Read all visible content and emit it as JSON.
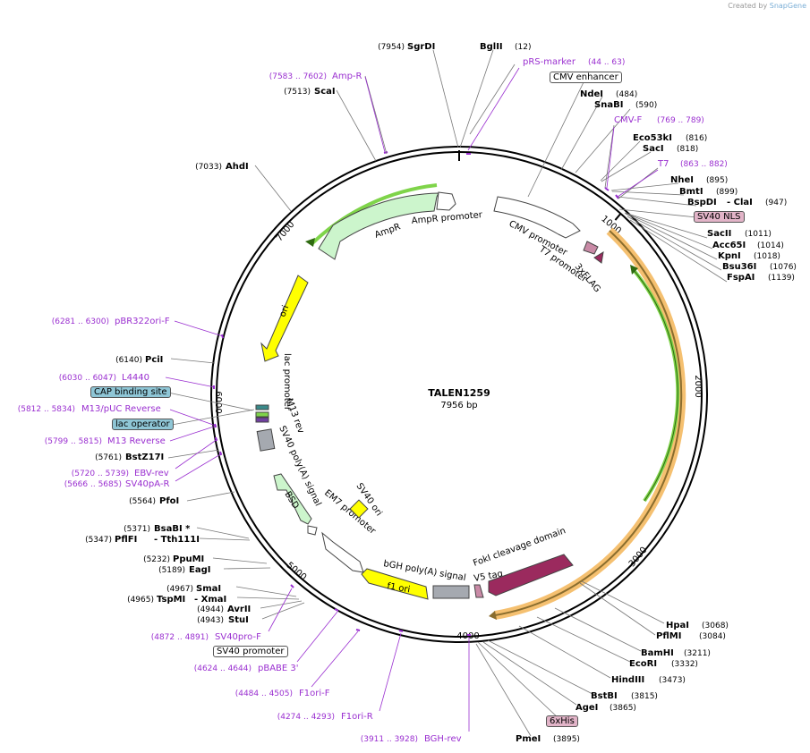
{
  "credit": {
    "prefix": "Created by",
    "brand": "SnapGene"
  },
  "plasmid": {
    "name": "TALEN1259",
    "size": "7956 bp",
    "length": 7956
  },
  "tick_labels": [
    "1000",
    "2000",
    "3000",
    "4000",
    "5000",
    "6000",
    "7000"
  ],
  "enzymes": [
    {
      "name": "SgrDI",
      "pos": "(7954)"
    },
    {
      "name": "BglII",
      "pos": "(12)"
    },
    {
      "name": "NdeI",
      "pos": "(484)"
    },
    {
      "name": "SnaBI",
      "pos": "(590)"
    },
    {
      "name": "Eco53kI",
      "pos": "(816)"
    },
    {
      "name": "SacI",
      "pos": "(818)"
    },
    {
      "name": "NheI",
      "pos": "(895)"
    },
    {
      "name": "BmtI",
      "pos": "(899)"
    },
    {
      "name": "BspDI",
      "pos": "(947)"
    },
    {
      "name": "- ClaI",
      "pos": ""
    },
    {
      "name": "SacII",
      "pos": "(1011)"
    },
    {
      "name": "Acc65I",
      "pos": "(1014)"
    },
    {
      "name": "KpnI",
      "pos": "(1018)"
    },
    {
      "name": "Bsu36I",
      "pos": "(1076)"
    },
    {
      "name": "FspAI",
      "pos": "(1139)"
    },
    {
      "name": "HpaI",
      "pos": "(3068)"
    },
    {
      "name": "PflMI",
      "pos": "(3084)"
    },
    {
      "name": "BamHI",
      "pos": "(3211)"
    },
    {
      "name": "EcoRI",
      "pos": "(3332)"
    },
    {
      "name": "HindIII",
      "pos": "(3473)"
    },
    {
      "name": "BstBI",
      "pos": "(3815)"
    },
    {
      "name": "AgeI",
      "pos": "(3865)"
    },
    {
      "name": "PmeI",
      "pos": "(3895)"
    },
    {
      "name": "StuI",
      "pos": "(4943)"
    },
    {
      "name": "AvrII",
      "pos": "(4944)"
    },
    {
      "name": "TspMI",
      "pos": "(4965)"
    },
    {
      "name": "- XmaI",
      "pos": ""
    },
    {
      "name": "SmaI",
      "pos": "(4967)"
    },
    {
      "name": "EagI",
      "pos": "(5189)"
    },
    {
      "name": "PpuMI",
      "pos": "(5232)"
    },
    {
      "name": "PflFI",
      "pos": "(5347)"
    },
    {
      "name": "- Tth111I",
      "pos": ""
    },
    {
      "name": "BsaBI *",
      "pos": "(5371)"
    },
    {
      "name": "PfoI",
      "pos": "(5564)"
    },
    {
      "name": "BstZ17I",
      "pos": "(5761)"
    },
    {
      "name": "PciI",
      "pos": "(6140)"
    },
    {
      "name": "AhdI",
      "pos": "(7033)"
    },
    {
      "name": "ScaI",
      "pos": "(7513)"
    }
  ],
  "primers": [
    {
      "name": "pRS-marker",
      "pos": "(44 .. 63)"
    },
    {
      "name": "CMV-F",
      "pos": "(769 .. 789)"
    },
    {
      "name": "T7",
      "pos": "(863 .. 882)"
    },
    {
      "name": "BGH-rev",
      "pos": "(3911 .. 3928)"
    },
    {
      "name": "F1ori-R",
      "pos": "(4274 .. 4293)"
    },
    {
      "name": "F1ori-F",
      "pos": "(4484 .. 4505)"
    },
    {
      "name": "pBABE 3'",
      "pos": "(4624 .. 4644)"
    },
    {
      "name": "SV40pro-F",
      "pos": "(4872 .. 4891)"
    },
    {
      "name": "SV40pA-R",
      "pos": "(5666 .. 5685)"
    },
    {
      "name": "EBV-rev",
      "pos": "(5720 .. 5739)"
    },
    {
      "name": "M13 Reverse",
      "pos": "(5799 .. 5815)"
    },
    {
      "name": "M13/pUC Reverse",
      "pos": "(5812 .. 5834)"
    },
    {
      "name": "L4440",
      "pos": "(6030 .. 6047)"
    },
    {
      "name": "pBR322ori-F",
      "pos": "(6281 .. 6300)"
    },
    {
      "name": "Amp-R",
      "pos": "(7583 .. 7602)"
    }
  ],
  "boxed_features": [
    {
      "name": "CMV enhancer"
    },
    {
      "name": "SV40 NLS"
    },
    {
      "name": "6xHis"
    },
    {
      "name": "SV40 promoter"
    },
    {
      "name": "CAP binding site"
    },
    {
      "name": "lac operator"
    }
  ],
  "map_features": {
    "cmv_promoter": "CMV promoter",
    "t7_promoter": "T7 promoter",
    "flag": "3xFLAG",
    "ampr_promoter": "AmpR promoter",
    "ampr": "AmpR",
    "ori": "ori",
    "lac_promoter": "lac promoter",
    "m13_rev": "M13 rev",
    "sv40_polya": "SV40 poly(A) signal",
    "bsd": "BSD",
    "em7": "EM7 promoter",
    "sv40_ori": "SV40 ori",
    "f1_ori": "f1 ori",
    "bgh": "bGH poly(A) signal",
    "v5": "V5 tag",
    "foki": "FokI cleavage domain"
  },
  "colors": {
    "primer": "#9a2fd0",
    "ampr_fill": "#ccf5cc",
    "ori_fill": "#ffff00",
    "foki_fill": "#9b2a5e",
    "orange_arc": "#f5c070",
    "green_arc": "#7fd44a",
    "gray_feature": "#a5a9b0",
    "cap_box": "#8fc6d6",
    "nls_box": "#e2b4c8"
  }
}
